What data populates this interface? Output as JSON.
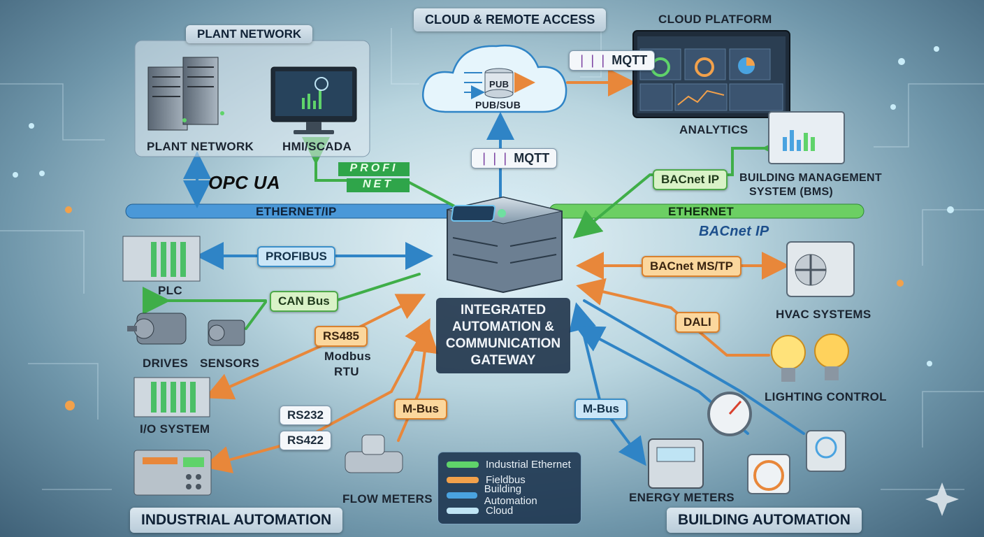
{
  "sections": {
    "cloud_remote": "CLOUD & REMOTE ACCESS",
    "cloud_platform": "CLOUD PLATFORM",
    "plant_network_title": "PLANT NETWORK",
    "industrial": "INDUSTRIAL AUTOMATION",
    "building": "BUILDING AUTOMATION"
  },
  "gateway": {
    "line1": "INTEGRATED",
    "line2": "AUTOMATION &",
    "line3": "COMMUNICATION",
    "line4": "GATEWAY"
  },
  "cloud": {
    "pub": "PUB",
    "pubsub": "PUB/SUB"
  },
  "devices": {
    "plant_network": "PLANT NETWORK",
    "hmi_scada": "HMI/SCADA",
    "analytics": "ANALYTICS",
    "bms_line1": "BUILDING MANAGEMENT",
    "bms_line2": "SYSTEM (BMS)",
    "plc": "PLC",
    "drives": "DRIVES",
    "sensors": "SENSORS",
    "io_system": "I/O SYSTEM",
    "flow_meters": "FLOW METERS",
    "energy_meters": "ENERGY METERS",
    "hvac": "HVAC SYSTEMS",
    "lighting": "LIGHTING CONTROL"
  },
  "protocols": {
    "mqtt_top": "MQTT",
    "mqtt_mid": "MQTT",
    "opcua": "OPC UA",
    "profinet_line1": "PROFI",
    "profinet_line2": "NET",
    "ethernet_ip": "ETHERNET/IP",
    "ethernet": "ETHERNET",
    "bacnet_ip_pill": "BACnet IP",
    "bacnet_ip_logo": "BACnet IP",
    "profibus": "PROFIBUS",
    "can_bus": "CAN Bus",
    "rs485": "RS485",
    "modbus_line1": "Modbus",
    "modbus_line2": "RTU",
    "rs232": "RS232",
    "rs422": "RS422",
    "mbus_left": "M-Bus",
    "mbus_right": "M-Bus",
    "bacnet_mstp": "BACnet MS/TP",
    "dali": "DALI"
  },
  "legend": [
    {
      "label": "Industrial Ethernet",
      "color": "#5fd36a"
    },
    {
      "label": "Fieldbus",
      "color": "#f2a14b"
    },
    {
      "label": "Building Automation",
      "color": "#4aa3e0"
    },
    {
      "label": "Cloud",
      "color": "#bfe4f4"
    }
  ],
  "colors": {
    "industrial_ethernet": "#5fd36a",
    "fieldbus": "#f2a14b",
    "building_automation": "#4aa3e0",
    "cloud": "#bfe4f4"
  }
}
